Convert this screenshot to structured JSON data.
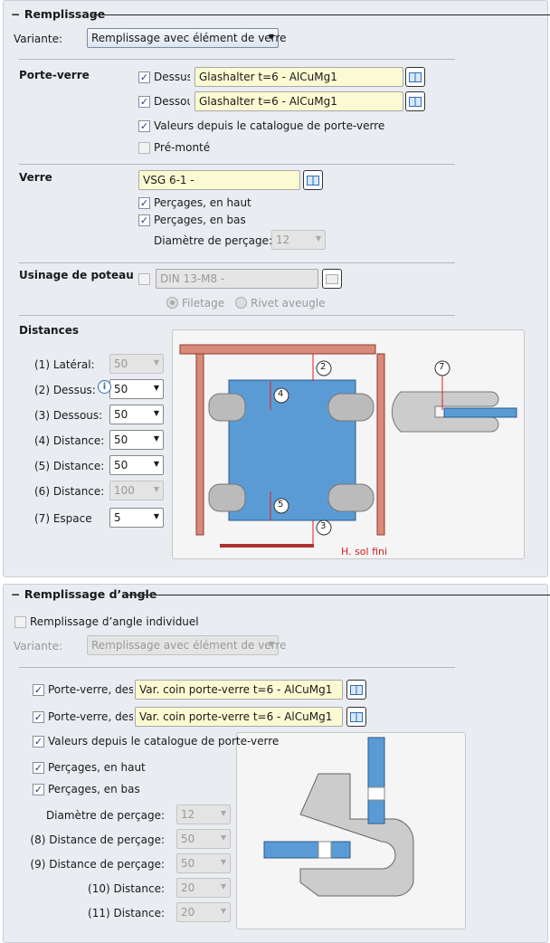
{
  "remplissage": {
    "title": "Remplissage",
    "variante_label": "Variante:",
    "variante_value": "Remplissage avec élément de verre",
    "porte_verre": {
      "title": "Porte-verre",
      "dessus_label": "Dessus",
      "dessus_value": "Glashalter t=6 - AlCuMg1",
      "dessous_label": "Dessou",
      "dessous_value": "Glashalter t=6 - AlCuMg1",
      "catalogue_label": "Valeurs depuis le catalogue de porte-verre",
      "premonte_label": "Pré-monté"
    },
    "verre": {
      "title": "Verre",
      "value": "VSG 6-1 -",
      "percages_haut": "Perçages, en haut",
      "percages_bas": "Perçages, en bas",
      "diametre_label": "Diamètre de perçage:",
      "diametre_value": "12"
    },
    "usinage": {
      "title": "Usinage de poteau",
      "value": "DIN 13-M8 -",
      "filetage": "Filetage",
      "rivet": "Rivet aveugle"
    },
    "distances": {
      "title": "Distances",
      "rows": [
        {
          "label": "(1) Latéral:",
          "value": "50",
          "disabled": true
        },
        {
          "label": "(2) Dessus:",
          "value": "50",
          "disabled": false
        },
        {
          "label": "(3) Dessous:",
          "value": "50",
          "disabled": false
        },
        {
          "label": "(4) Distance:",
          "value": "50",
          "disabled": false
        },
        {
          "label": "(5) Distance:",
          "value": "50",
          "disabled": false
        },
        {
          "label": "(6) Distance:",
          "value": "100",
          "disabled": true
        },
        {
          "label": "(7) Espace",
          "value": "5",
          "disabled": false
        }
      ],
      "diagram": {
        "n2": "2",
        "n3": "3",
        "n4": "4",
        "n5": "5",
        "n7": "7",
        "sol": "H. sol fini"
      }
    }
  },
  "angle": {
    "title": "Remplissage d’angle",
    "individuel_label": "Remplissage d’angle individuel",
    "variante_label": "Variante:",
    "variante_value": "Remplissage avec élément de verre",
    "dessus_label": "Porte-verre, dessus",
    "dessus_value": "Var. coin porte-verre t=6 - AlCuMg1",
    "dessous_label": "Porte-verre, dessous",
    "dessous_value": "Var. coin porte-verre t=6 - AlCuMg1",
    "catalogue_label": "Valeurs depuis le catalogue de porte-verre",
    "percages_haut": "Perçages, en haut",
    "percages_bas": "Perçages, en bas",
    "rows": [
      {
        "label": "Diamètre de perçage:",
        "value": "12"
      },
      {
        "label": "(8) Distance de perçage:",
        "value": "50"
      },
      {
        "label": "(9) Distance de perçage:",
        "value": "50"
      },
      {
        "label": "(10) Distance:",
        "value": "20"
      },
      {
        "label": "(11) Distance:",
        "value": "20"
      }
    ]
  }
}
